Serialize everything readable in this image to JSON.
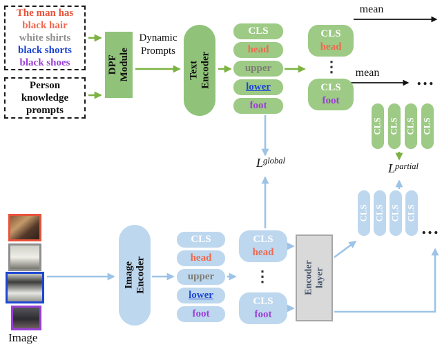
{
  "prompt_box": {
    "lines": [
      {
        "text": "The man has",
        "color": "#e8523a"
      },
      {
        "text": "black hair",
        "color": "#ee6a50"
      },
      {
        "text": "white shirts",
        "color": "#8e8e8e"
      },
      {
        "text": "black shorts",
        "color": "#1c46d2"
      },
      {
        "text": "black shoes",
        "color": "#9b3fd6"
      }
    ]
  },
  "knowledge_box": {
    "label": "Person knowledge prompts"
  },
  "dpf_module": {
    "line1": "DPF",
    "line2": "Module"
  },
  "dynamic_prompts": {
    "label": "Dynamic Prompts"
  },
  "text_encoder": {
    "line1": "Text",
    "line2": "Encoder"
  },
  "image_encoder": {
    "line1": "Image",
    "line2": "Encoder"
  },
  "encoder_layer": {
    "label": "Encoder layer"
  },
  "text_tokens": [
    {
      "label": "CLS",
      "color": "#ffffff"
    },
    {
      "label": "head",
      "color": "#ee6a50"
    },
    {
      "label": "upper",
      "color": "#7d7d75"
    },
    {
      "label": "lower",
      "color": "#1c46d2"
    },
    {
      "label": "foot",
      "color": "#9b3fd6"
    }
  ],
  "image_tokens": [
    {
      "label": "CLS",
      "color": "#ffffff"
    },
    {
      "label": "head",
      "color": "#ee6a50"
    },
    {
      "label": "upper",
      "color": "#7d7d75"
    },
    {
      "label": "lower",
      "color": "#1c46d2"
    },
    {
      "label": "foot",
      "color": "#9b3fd6"
    }
  ],
  "text_groups": [
    {
      "top": "CLS",
      "top_color": "#ffffff",
      "bottom": "head",
      "bottom_color": "#ee6a50"
    },
    {
      "top": "CLS",
      "top_color": "#ffffff",
      "bottom": "foot",
      "bottom_color": "#9b3fd6"
    }
  ],
  "image_groups": [
    {
      "top": "CLS",
      "top_color": "#ffffff",
      "bottom": "head",
      "bottom_color": "#ee6a50"
    },
    {
      "top": "CLS",
      "top_color": "#ffffff",
      "bottom": "foot",
      "bottom_color": "#9b3fd6"
    }
  ],
  "partial_text_tokens": [
    "CLS",
    "CLS",
    "CLS",
    "CLS"
  ],
  "partial_image_tokens": [
    "CLS",
    "CLS",
    "CLS",
    "CLS"
  ],
  "labels": {
    "mean": "mean",
    "ellipsis_h": "…",
    "ellipsis_v": "⋮",
    "image_caption": "Image"
  },
  "losses": {
    "global": {
      "symbol": "L",
      "subscript": "global"
    },
    "partial": {
      "symbol": "L",
      "subscript": "partial"
    }
  },
  "images": {
    "items": [
      {
        "border": "#e8523a"
      },
      {
        "border": "#8e8e8e"
      },
      {
        "border": "#1c46d2"
      },
      {
        "border": "#9b3fd6"
      }
    ]
  },
  "colors": {
    "green_fill": "#90c379",
    "green_pill": "#9dca85",
    "green_arrow": "#7cb342",
    "blue_fill": "#bdd7ee",
    "blue_arrow": "#9dc3e6",
    "black_arrow": "#111111"
  }
}
